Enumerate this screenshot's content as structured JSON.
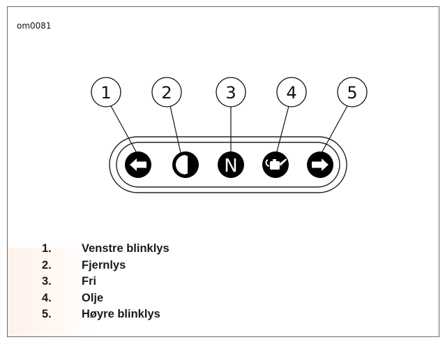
{
  "figure_id": "om0081",
  "callouts": [
    "1",
    "2",
    "3",
    "4",
    "5"
  ],
  "indicators": [
    {
      "icon": "left-arrow-icon",
      "color": "#000000"
    },
    {
      "icon": "headlight-high-beam-icon",
      "color": "#000000"
    },
    {
      "icon": "neutral-icon",
      "glyph": "N",
      "color": "#000000"
    },
    {
      "icon": "oil-can-icon",
      "color": "#000000"
    },
    {
      "icon": "right-arrow-icon",
      "color": "#000000"
    }
  ],
  "legend": [
    {
      "num": "1.",
      "label": "Venstre blinklys"
    },
    {
      "num": "2.",
      "label": "Fjernlys"
    },
    {
      "num": "3.",
      "label": "Fri"
    },
    {
      "num": "4.",
      "label": "Olje"
    },
    {
      "num": "5.",
      "label": "Høyre blinklys"
    }
  ]
}
